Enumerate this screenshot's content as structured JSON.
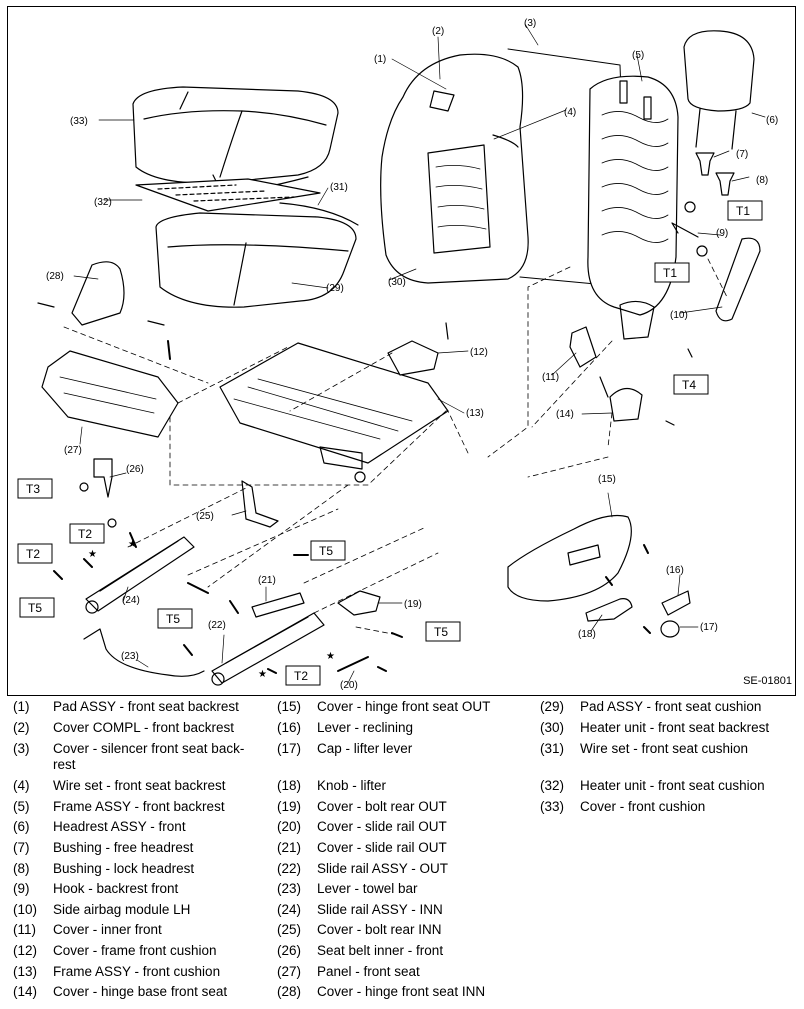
{
  "diagram_id": "SE-01801",
  "callouts": [
    "(1)",
    "(2)",
    "(3)",
    "(4)",
    "(5)",
    "(6)",
    "(7)",
    "(8)",
    "(9)",
    "(10)",
    "(11)",
    "(12)",
    "(13)",
    "(14)",
    "(15)",
    "(16)",
    "(17)",
    "(18)",
    "(19)",
    "(20)",
    "(21)",
    "(22)",
    "(23)",
    "(24)",
    "(25)",
    "(26)",
    "(27)",
    "(28)",
    "(29)",
    "(30)",
    "(31)",
    "(32)",
    "(33)"
  ],
  "torque_tags": {
    "t1": "T1",
    "t2": "T2",
    "t3": "T3",
    "t4": "T4",
    "t5": "T5"
  },
  "star_mark": "★",
  "legend": {
    "col_a": [
      {
        "num": "(1)",
        "name": "Pad ASSY - front seat backrest"
      },
      {
        "num": "(2)",
        "name": "Cover COMPL - front backrest"
      },
      {
        "num": "(3)",
        "name": "Cover - silencer front seat back-rest"
      },
      {
        "num": "(4)",
        "name": "Wire set - front seat backrest"
      },
      {
        "num": "(5)",
        "name": "Frame ASSY - front backrest"
      },
      {
        "num": "(6)",
        "name": "Headrest ASSY - front"
      },
      {
        "num": "(7)",
        "name": "Bushing - free headrest"
      },
      {
        "num": "(8)",
        "name": "Bushing - lock headrest"
      },
      {
        "num": "(9)",
        "name": "Hook - backrest front"
      },
      {
        "num": "(10)",
        "name": "Side airbag module LH"
      },
      {
        "num": "(11)",
        "name": "Cover - inner front"
      },
      {
        "num": "(12)",
        "name": "Cover - frame front cushion"
      },
      {
        "num": "(13)",
        "name": "Frame ASSY - front cushion"
      },
      {
        "num": "(14)",
        "name": "Cover - hinge base front seat"
      }
    ],
    "col_b": [
      {
        "num": "(15)",
        "name": "Cover - hinge front seat OUT"
      },
      {
        "num": "(16)",
        "name": "Lever - reclining"
      },
      {
        "num": "(17)",
        "name": "Cap - lifter lever"
      },
      {
        "num": "(18)",
        "name": "Knob - lifter"
      },
      {
        "num": "(19)",
        "name": "Cover - bolt rear OUT"
      },
      {
        "num": "(20)",
        "name": "Cover - slide rail OUT"
      },
      {
        "num": "(21)",
        "name": "Cover - slide rail OUT"
      },
      {
        "num": "(22)",
        "name": "Slide rail ASSY - OUT"
      },
      {
        "num": "(23)",
        "name": "Lever - towel bar"
      },
      {
        "num": "(24)",
        "name": "Slide rail ASSY - INN"
      },
      {
        "num": "(25)",
        "name": "Cover - bolt rear INN"
      },
      {
        "num": "(26)",
        "name": "Seat belt inner - front"
      },
      {
        "num": "(27)",
        "name": "Panel - front seat"
      },
      {
        "num": "(28)",
        "name": "Cover - hinge front seat INN"
      }
    ],
    "col_c": [
      {
        "num": "(29)",
        "name": "Pad ASSY - front seat cushion"
      },
      {
        "num": "(30)",
        "name": "Heater unit - front seat backrest"
      },
      {
        "num": "(31)",
        "name": "Wire set - front seat cushion"
      },
      {
        "num": "(32)",
        "name": "Heater unit - front seat cushion"
      },
      {
        "num": "(33)",
        "name": "Cover - front cushion"
      }
    ]
  }
}
